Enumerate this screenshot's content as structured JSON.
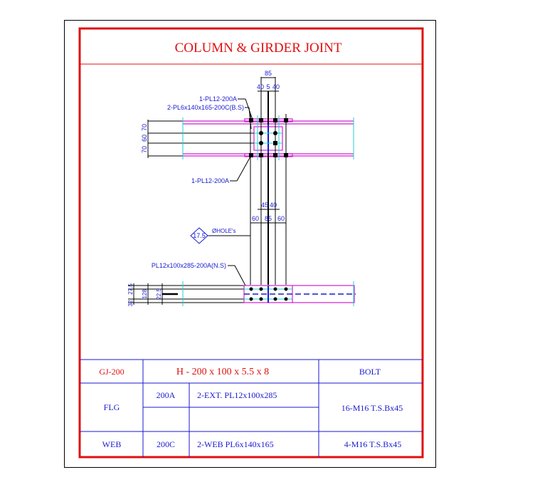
{
  "title": "COLUMN  & GIRDER  JOINT",
  "top_detail": {
    "dim_total": "85",
    "dim_parts": [
      "40",
      "5",
      "40"
    ],
    "label_flange_top": "1-PL12-200A",
    "label_web": "2-PL6x140x165-200C(B.S)",
    "label_flange_bottom": "1-PL12-200A",
    "left_dims": [
      "70",
      "60",
      "70"
    ]
  },
  "bottom_detail": {
    "dim_top": [
      "45",
      "40"
    ],
    "dim_parts": [
      "60",
      "85",
      "60"
    ],
    "hole_size": "17.5",
    "hole_label": "ØHOLE's",
    "plate_label": "PL12x100x285-200A(N.S)",
    "left_dims": [
      "27.5",
      "32",
      "128",
      "22.5"
    ]
  },
  "table": {
    "code": "GJ-200",
    "section": "H - 200 x 100 x 5.5 x 8",
    "bolt_header": "BOLT",
    "rows": [
      {
        "part": "FLG",
        "mark": "200A",
        "plate": "2-EXT. PL12x100x285",
        "bolt": "16-M16 T.S.Bx45"
      },
      {
        "part": "WEB",
        "mark": "200C",
        "plate": "2-WEB PL6x140x165",
        "bolt": "4-M16 T.S.Bx45"
      }
    ]
  },
  "colors": {
    "border": "#e01010",
    "text": "#1a1ad0",
    "plate": "#d020d0",
    "center": "#20d0d0"
  }
}
